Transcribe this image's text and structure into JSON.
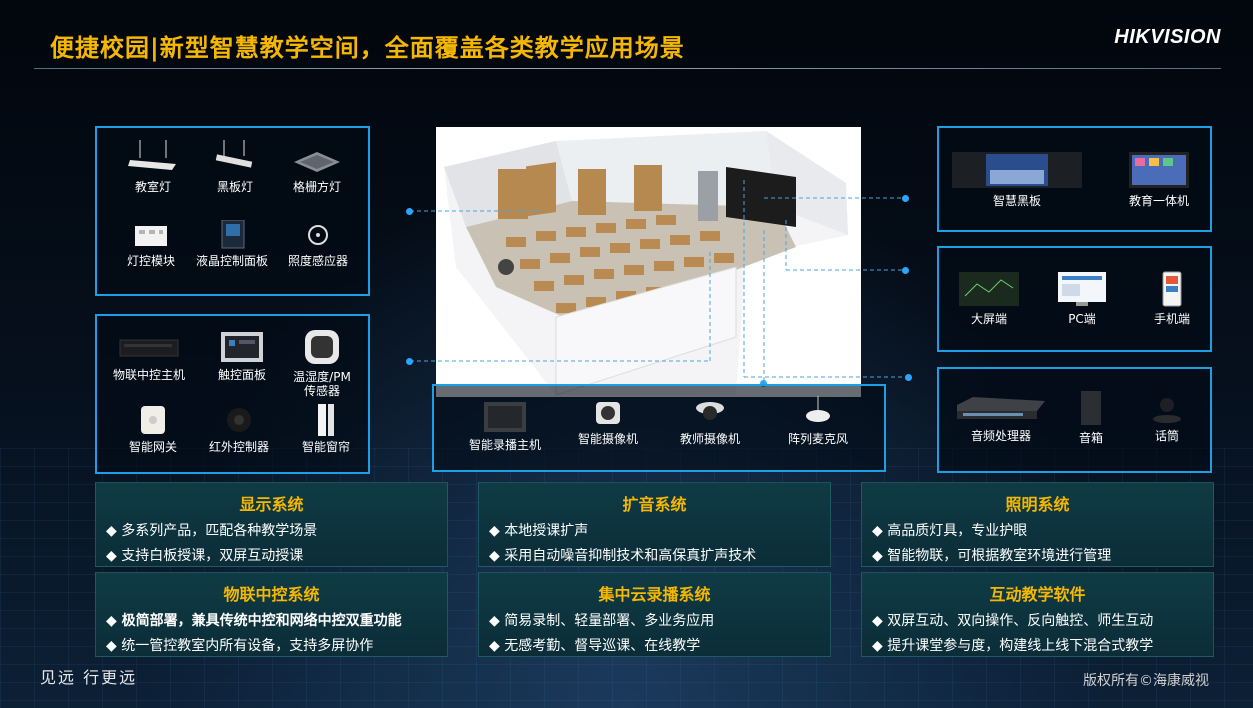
{
  "header": {
    "title": "便捷校园|新型智慧教学空间，全面覆盖各类教学应用场景",
    "logo": "HIKVISION"
  },
  "lighting_panel": {
    "items": [
      "教室灯",
      "黑板灯",
      "格栅方灯",
      "灯控模块",
      "液晶控制面板",
      "照度感应器"
    ]
  },
  "iot_panel": {
    "items": [
      "物联中控主机",
      "触控面板",
      "温湿度/PM",
      "传感器",
      "智能网关",
      "红外控制器",
      "智能窗帘"
    ]
  },
  "recording_panel": {
    "items": [
      "智能录播主机",
      "智能摄像机",
      "教师摄像机",
      "阵列麦克风"
    ]
  },
  "display_panel": {
    "items": [
      "智慧黑板",
      "教育一体机"
    ]
  },
  "terminal_panel": {
    "items": [
      "大屏端",
      "PC端",
      "手机端"
    ]
  },
  "audio_panel": {
    "items": [
      "音频处理器",
      "音箱",
      "话筒"
    ]
  },
  "systems": [
    {
      "title": "显示系统",
      "lines": [
        "◆ 多系列产品，匹配各种教学场景",
        "◆ 支持白板授课，双屏互动授课"
      ]
    },
    {
      "title": "扩音系统",
      "lines": [
        "◆ 本地授课扩声",
        "◆ 采用自动噪音抑制技术和高保真扩声技术"
      ]
    },
    {
      "title": "照明系统",
      "lines": [
        "◆ 高品质灯具，专业护眼",
        "◆ 智能物联，可根据教室环境进行管理"
      ]
    },
    {
      "title": "物联中控系统",
      "lines": [
        "◆ 极简部署，兼具传统中控和网络中控双重功能",
        "◆ 统一管控教室内所有设备，支持多屏协作"
      ]
    },
    {
      "title": "集中云录播系统",
      "lines": [
        "◆ 简易录制、轻量部署、多业务应用",
        "◆ 无感考勤、督导巡课、在线教学"
      ]
    },
    {
      "title": "互动教学软件",
      "lines": [
        "◆ 双屏互动、双向操作、反向触控、师生互动",
        "◆ 提升课堂参与度，构建线上线下混合式教学"
      ]
    }
  ],
  "footer": {
    "slogan": "见远 行更远",
    "copyright": "版权所有©海康威视"
  },
  "colors": {
    "accent": "#f5b700",
    "frame": "#1d9fe6",
    "card": "#0f3b45",
    "dot": "#2aa6ff"
  }
}
